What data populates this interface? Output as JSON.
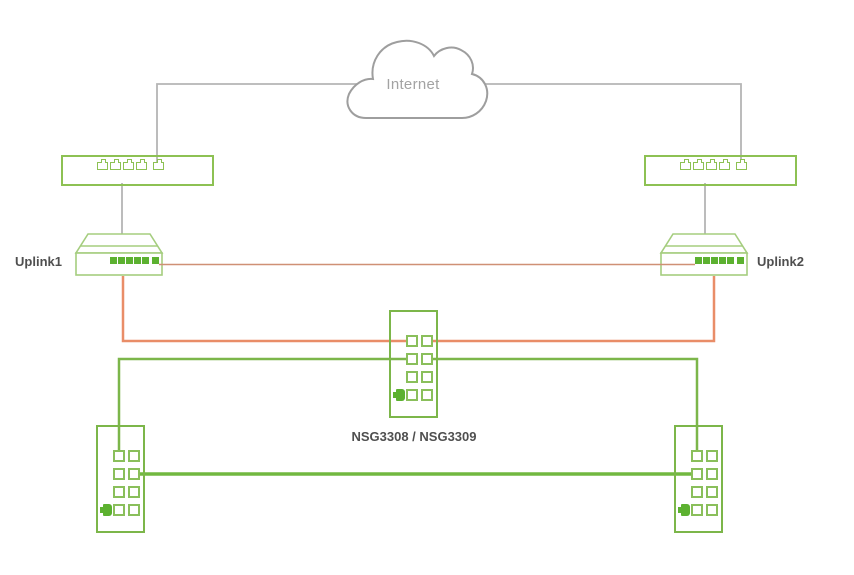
{
  "cloud": {
    "label": "Internet"
  },
  "devices": {
    "uplink1_label": "Uplink1",
    "uplink2_label": "Uplink2",
    "nsg_label": "NSG3308 / NSG3309"
  },
  "icons": {
    "wan_port": "rj45-port-icon",
    "lan_port": "lan-port-icon",
    "uplink_port": "ethernet-port-icon",
    "console": "console-port-icon",
    "cloud": "internet-cloud-icon"
  },
  "colors": {
    "device_green": "#8dc153",
    "line_green": "#7cb64a",
    "thick_green": "#72b840",
    "fill_green": "#5cb130",
    "port_outline_green": "#8abf5b",
    "uplink_outline_green": "#a5cd7f",
    "link_orange": "#e98d68",
    "thin_orange": "#cf9075",
    "line_gray": "#b5b5b5",
    "cloud_gray": "#9e9e9e",
    "label_dark": "#4f4f4f",
    "label_gray": "#a3a3a3"
  }
}
